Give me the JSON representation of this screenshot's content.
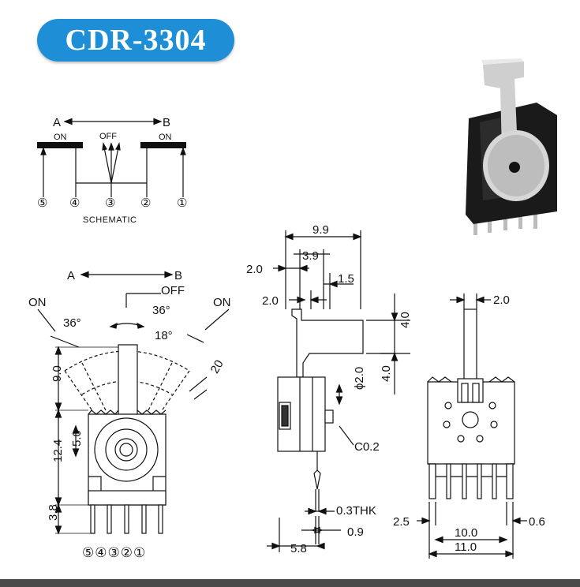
{
  "title": "CDR-3304",
  "colors": {
    "badge": "#1e8fd6",
    "ink": "#111111",
    "body": "#1a1a1a",
    "knob": "#d6d6d6"
  },
  "schematic": {
    "a": "A",
    "b": "B",
    "on_left": "ON",
    "on_right": "ON",
    "off": "OFF",
    "pins": [
      "⑤",
      "④",
      "③",
      "②",
      "①"
    ],
    "label": "SCHEMATIC"
  },
  "front": {
    "a": "A",
    "b": "B",
    "off": "OFF",
    "on_left": "ON",
    "on_right": "ON",
    "angle_left": "36°",
    "angle_mid": "36°",
    "angle_center": "18°",
    "dim_20": "20",
    "dim_9": "9.0",
    "dim_124": "12.4",
    "dim_5": "5.0",
    "dim_38": "3.8",
    "pins": "⑤④③②①"
  },
  "side": {
    "d99": "9.9",
    "d20a": "2.0",
    "d39": "3.9",
    "d15": "1.5",
    "d20b": "2.0",
    "d40a": "4.0",
    "d40b": "4.0",
    "phi": "ϕ2.0",
    "c02": "C0.2",
    "thk": "0.3THK",
    "d09": "0.9",
    "d58": "5.8"
  },
  "rear": {
    "d20": "2.0",
    "d25": "2.5",
    "d100": "10.0",
    "d06": "0.6",
    "d110": "11.0"
  }
}
